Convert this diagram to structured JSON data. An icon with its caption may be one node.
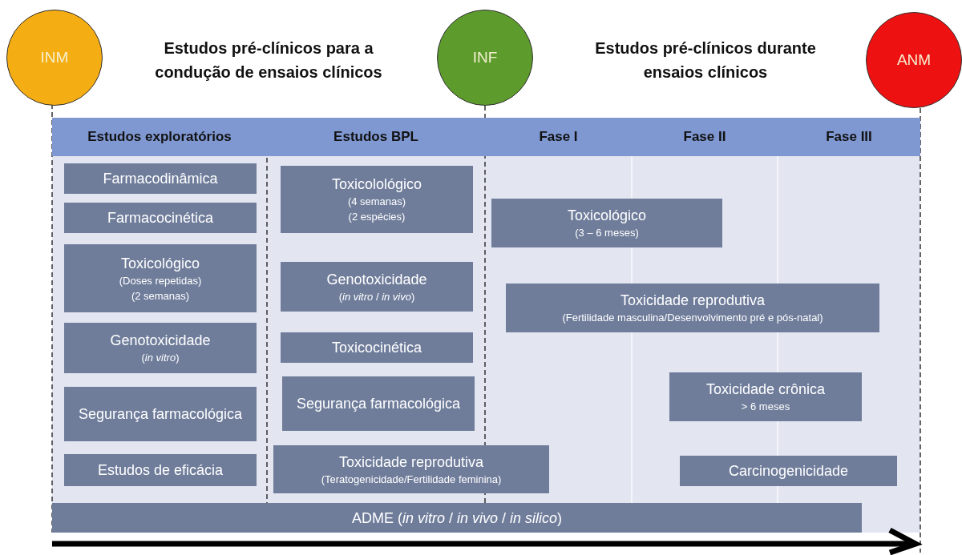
{
  "diagram": {
    "nodes": [
      {
        "text": [
          "INM"
        ]
      },
      {
        "text": [
          "INF"
        ]
      },
      {
        "text": [
          "ANM"
        ]
      },
      {
        "text": [
          "Estudos exploratórios"
        ]
      },
      {
        "text": [
          "Estudos BPL"
        ]
      },
      {
        "text": [
          "Fase I"
        ]
      },
      {
        "text": [
          "Fase II"
        ]
      },
      {
        "text": [
          "Fase III"
        ]
      },
      {
        "text": [
          "Farmacodinâmica"
        ]
      },
      {
        "text": [
          "Farmacocinética"
        ]
      },
      {
        "text": [
          "Toxicológico",
          "(Doses repetidas)",
          "(2 semanas)"
        ]
      },
      {
        "text": [
          "Genotoxicidade",
          "(*in vitro*)"
        ]
      },
      {
        "text": [
          "Segurança farmacológica"
        ]
      },
      {
        "text": [
          "Estudos de eficácia"
        ]
      },
      {
        "text": [
          "Toxicolológico",
          "(4 semanas)",
          "(2 espécies)"
        ]
      },
      {
        "text": [
          "Genotoxicidade",
          "(*in vitro* / *in vivo*)"
        ]
      },
      {
        "text": [
          "Toxicocinética"
        ]
      },
      {
        "text": [
          "Segurança farmacológica"
        ]
      },
      {
        "text": [
          "Toxicidade reprodutiva",
          "(Teratogenicidade/Fertilidade feminina)"
        ]
      },
      {
        "text": [
          "Toxicológico",
          "(3 – 6 meses)"
        ]
      },
      {
        "text": [
          "Toxicidade reprodutiva",
          "(Fertilidade masculina/Desenvolvimento pré e pós-natal)"
        ]
      },
      {
        "text": [
          "Toxicidade crônica",
          "> 6 meses"
        ]
      },
      {
        "text": [
          "Carcinogenicidade"
        ]
      },
      {
        "text": [
          "ADME (*in vitro* / *in vivo* / *in silico*)"
        ]
      }
    ],
    "labels": [
      "Estudos pré-clínicos para a condução  de ensaios clínicos",
      "Estudos pré-clínicos durante ensaios clínicos"
    ]
  }
}
